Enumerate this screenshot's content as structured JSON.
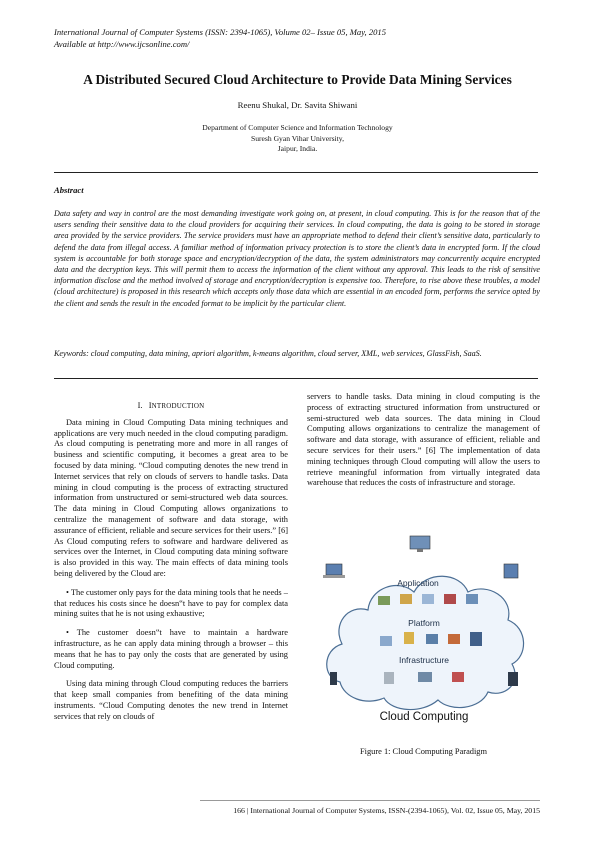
{
  "header": {
    "line1": "International Journal of Computer Systems (ISSN: 2394-1065), Volume 02– Issue 05, May, 2015",
    "line2": "Available at http://www.ijcsonline.com/"
  },
  "title": "A Distributed Secured Cloud Architecture to Provide Data Mining Services",
  "authors": "Reenu Shukal, Dr. Savita Shiwani",
  "affiliation": {
    "dept": "Department of Computer Science and Information Technology",
    "univ": "Suresh Gyan Vihar University,",
    "city": "Jaipur, India."
  },
  "abstract": {
    "heading": "Abstract",
    "text": "Data safety and way in control are the most demanding investigate work going on, at present, in cloud computing. This is for the reason that of the users sending their sensitive data to the cloud providers for acquiring their services. In cloud computing, the data is going to be stored in storage area provided by the service providers. The service providers must have an appropriate method to defend their client’s sensitive data, particularly to defend the data from illegal access. A familiar method of information privacy protection is to store the client’s data in encrypted form. If the cloud system is accountable for both storage space and encryption/decryption of the data, the system administrators may concurrently acquire encrypted data and the decryption keys. This will permit them to access the information of the client without any approval. This leads to the risk of sensitive information disclose and the method involved of storage and encryption/decryption is expensive too. Therefore, to rise above these troubles, a model (cloud architecture) is proposed in this research which accepts only those data which are essential in an encoded form, performs the service opted by the client and sends the result in the encoded format to be implicit by the particular client.",
    "keywords": "Keywords: cloud computing, data mining, apriori algorithm, k-means algorithm, cloud server, XML, web services, GlassFish, SaaS."
  },
  "section1": {
    "num": "I.",
    "title_first": "I",
    "title_rest": "NTRODUCTION",
    "p1": "Data mining in Cloud Computing Data mining techniques and applications are very much needed in the cloud computing paradigm. As cloud computing is penetrating more and more in all ranges of business and scientific computing, it becomes a great area to be focused by data mining. “Cloud computing denotes the new trend in Internet services that rely on clouds of servers to handle tasks. Data mining in cloud computing is the process of extracting structured information from unstructured or semi-structured web data sources. The data mining in Cloud Computing allows organizations to centralize the management of software and data storage, with assurance of efficient, reliable and secure services for their users.” [6] As Cloud computing refers to software and hardware delivered as services over the Internet, in Cloud computing data mining software is also provided in this way. The main effects of data mining tools being delivered by the Cloud are:",
    "b1": "• The customer only pays for the data mining tools that he needs – that reduces his costs since he doesn‟t have to pay for complex data mining suites that he is not using exhaustive;",
    "b2": "• The customer doesn‟t have to maintain a hardware infrastructure, as he can apply data mining through a browser – this means that he has to pay only the costs that are generated by using Cloud computing.",
    "p2": "Using data mining through Cloud computing reduces the barriers that keep small companies from benefiting of the data mining instruments. “Cloud Computing denotes the new trend in Internet services that rely on clouds of",
    "r1": "servers to handle tasks. Data mining in cloud computing is the process of extracting structured information from unstructured or semi-structured web data sources. The data mining in Cloud Computing allows organizations to centralize the management of software and data storage, with assurance of efficient, reliable and secure services for their users.” [6] The implementation of data mining techniques through Cloud computing will allow the users to retrieve meaningful information from virtually integrated data warehouse that reduces the costs of infrastructure and storage."
  },
  "figure": {
    "caption": "Figure 1: Cloud Computing Paradigm",
    "labels": {
      "application": "Application",
      "platform": "Platform",
      "infrastructure": "Infrastructure",
      "cloud": "Cloud Computing"
    }
  },
  "footer": "166 | International Journal of Computer Systems, ISSN-(2394-1065), Vol. 02, Issue 05, May, 2015"
}
